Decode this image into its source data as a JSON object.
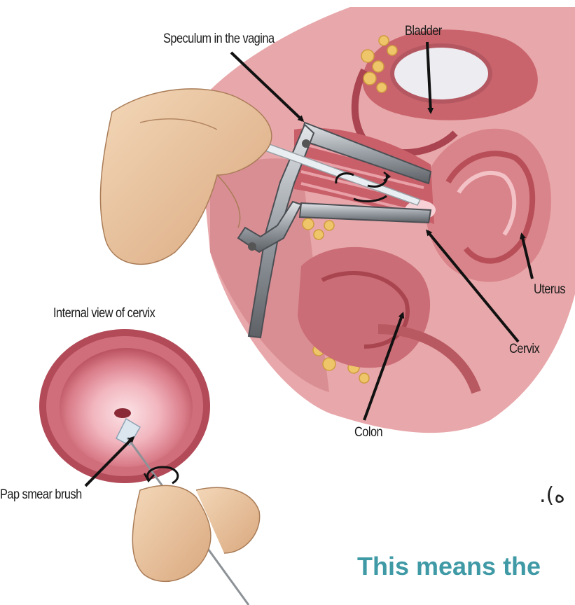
{
  "labels": {
    "speculum": "Speculum in the vagina",
    "bladder": "Bladder",
    "uterus": "Uterus",
    "cervix": "Cervix",
    "colon": "Colon",
    "internal_view": "Internal view of cervix",
    "pap_brush": "Pap smear brush"
  },
  "fragment_text": ".(ه",
  "caption": "This means the",
  "colors": {
    "tissue": "#d9848a",
    "tissue_dark": "#b84e58",
    "fat": "#efc56a",
    "skin": "#e9c39d",
    "steel": "#8d9297",
    "caption_teal": "#3f9aa6"
  },
  "icons": [
    "rotation-arrow-icon",
    "rotation-arrow-icon"
  ]
}
